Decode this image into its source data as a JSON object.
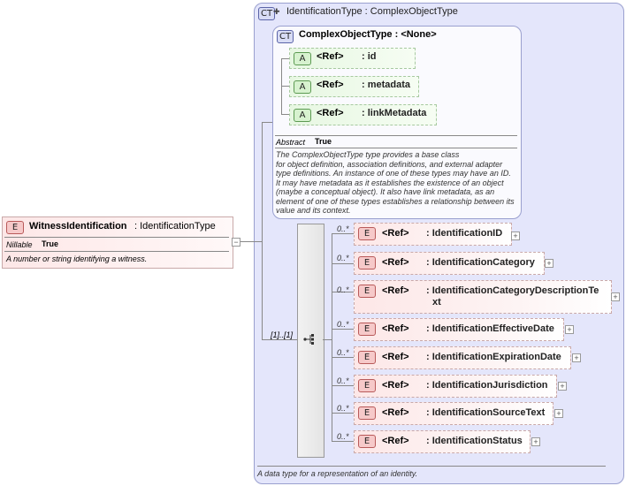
{
  "root_element": {
    "badge": "E",
    "name": "WitnessIdentification",
    "type": ": IdentificationType",
    "prop_name": "Nillable",
    "prop_value": "True",
    "description": "A number or string identifying a witness."
  },
  "outer_type": {
    "badge": "CT",
    "title": "IdentificationType : ComplexObjectType",
    "description": "A data type for a representation of an identity."
  },
  "inner_type": {
    "badge": "CT",
    "title": "ComplexObjectType : <None>",
    "prop_name": "Abstract",
    "prop_value": "True",
    "description_lines": [
      "The ComplexObjectType type provides a base class",
      "for object definition, association definitions, and external adapter",
      "type definitions. An instance of one of these types may have an ID.",
      "It may have metadata as it establishes the existence of an object",
      "(maybe a conceptual object). It also have link metadata, as an",
      "element of one of these types establishes a relationship between its",
      "value and its context."
    ],
    "attributes": [
      {
        "badge": "A",
        "ref": "<Ref>",
        "name": ": id"
      },
      {
        "badge": "A",
        "ref": "<Ref>",
        "name": ": metadata"
      },
      {
        "badge": "A",
        "ref": "<Ref>",
        "name": ": linkMetadata"
      }
    ]
  },
  "sequence": {
    "occurrence": "[1]..[1]"
  },
  "children": [
    {
      "badge": "E",
      "ref": "<Ref>",
      "name": ": IdentificationID",
      "occ": "0..*"
    },
    {
      "badge": "E",
      "ref": "<Ref>",
      "name": ": IdentificationCategory",
      "occ": "0..*"
    },
    {
      "badge": "E",
      "ref": "<Ref>",
      "name_line1": ": IdentificationCategoryDescriptionTe",
      "name_line2": "xt",
      "occ": "0..*"
    },
    {
      "badge": "E",
      "ref": "<Ref>",
      "name": ": IdentificationEffectiveDate",
      "occ": "0..*"
    },
    {
      "badge": "E",
      "ref": "<Ref>",
      "name": ": IdentificationExpirationDate",
      "occ": "0..*"
    },
    {
      "badge": "E",
      "ref": "<Ref>",
      "name": ": IdentificationJurisdiction",
      "occ": "0..*"
    },
    {
      "badge": "E",
      "ref": "<Ref>",
      "name": ": IdentificationSourceText",
      "occ": "0..*"
    },
    {
      "badge": "E",
      "ref": "<Ref>",
      "name": ": IdentificationStatus",
      "occ": "0..*"
    }
  ],
  "colors": {
    "element_fill": "#fde7e7",
    "attribute_fill": "#e7f7e2",
    "complex_type_fill": "#e4e6fb"
  }
}
